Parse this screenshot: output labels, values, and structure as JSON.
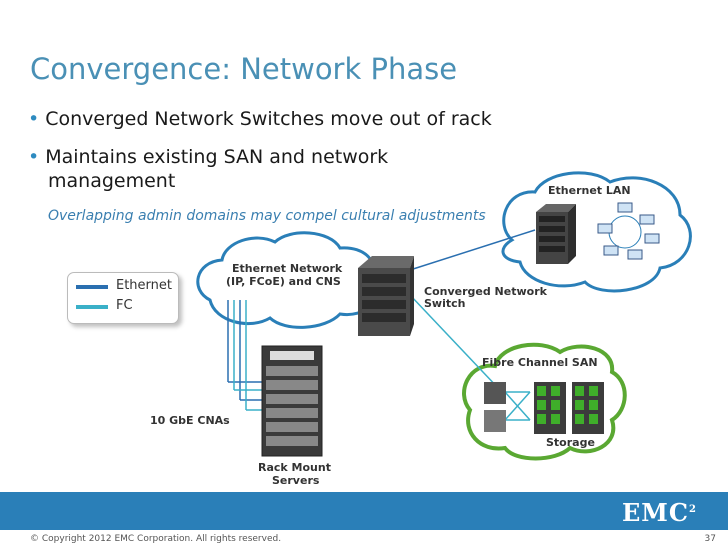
{
  "slide": {
    "title": "Convergence: Network Phase",
    "bullets": [
      "Converged Network Switches move out of rack",
      "Maintains existing SAN and network",
      "management"
    ],
    "subnote": "Overlapping admin domains may compel cultural adjustments",
    "page_number": "37",
    "copyright": "© Copyright 2012 EMC Corporation. All rights reserved.",
    "logo_text": "EMC",
    "logo_sup": "2"
  },
  "legend": {
    "items": [
      {
        "label": "Ethernet",
        "color": "#2a6fb0"
      },
      {
        "label": "FC",
        "color": "#3ab0c8"
      }
    ]
  },
  "diagram": {
    "ethernet_lan": "Ethernet LAN",
    "ethernet_network_line1": "Ethernet Network",
    "ethernet_network_line2": "(IP, FCoE) and CNS",
    "switch_line1": "Converged Network",
    "switch_line2": "Switch",
    "fibre_channel_san": "Fibre Channel SAN",
    "storage": "Storage",
    "cnas": "10 GbE CNAs",
    "rack_line1": "Rack Mount",
    "rack_line2": "Servers"
  },
  "colors": {
    "title": "#4a90b5",
    "accent": "#2a7fb8",
    "san_cloud": "#5aa832",
    "storage_green": "#3fae2a"
  }
}
